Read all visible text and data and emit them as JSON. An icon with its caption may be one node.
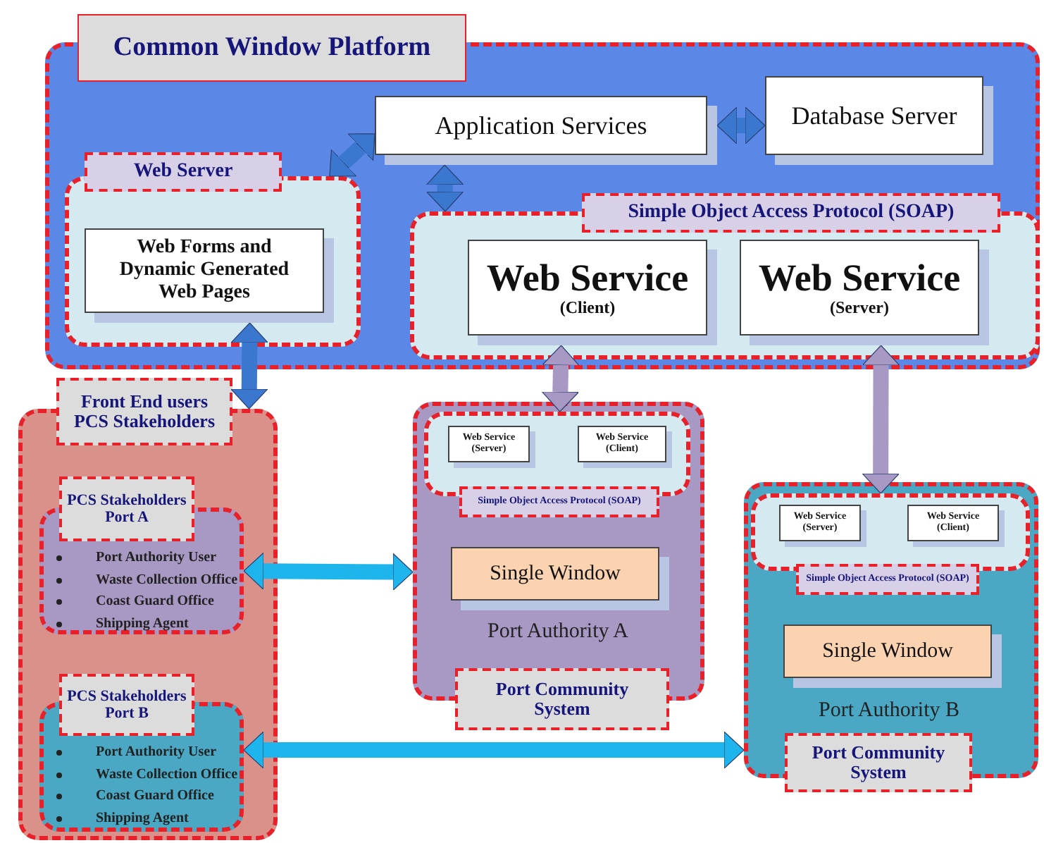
{
  "diagram": {
    "nodes": [
      {
        "text": [
          "Common Window Platform"
        ]
      },
      {
        "text": [
          "Application Services"
        ],
        "in": 0
      },
      {
        "text": [
          "Database Server"
        ],
        "in": 0
      },
      {
        "text": [
          "Web Server"
        ],
        "in": 0
      },
      {
        "text": [
          "Web Forms and Dynamic Generated Web Pages"
        ],
        "in": 3
      },
      {
        "text": [
          "Simple Object Access Protocol (SOAP)"
        ],
        "in": 0
      },
      {
        "text": [
          "Web Service",
          "(Client)"
        ],
        "in": 5
      },
      {
        "text": [
          "Web Service",
          "(Server)"
        ],
        "in": 5
      },
      {
        "text": [
          "Front End users PCS Stakeholders"
        ]
      },
      {
        "text": [
          "PCS Stakeholders Port A",
          "Port Authority User",
          "Waste Collection Office",
          "Coast Guard Office",
          "Shipping Agent"
        ],
        "in": 8
      },
      {
        "text": [
          "PCS Stakeholders Port B",
          "Port Authority User",
          "Waste Collection Office",
          "Coast Guard Office",
          "Shipping Agent"
        ],
        "in": 8
      },
      {
        "text": [
          "Port Authority A",
          "Port Community System"
        ]
      },
      {
        "text": [
          "Simple Object Access Protocol (SOAP)"
        ],
        "in": 11
      },
      {
        "text": [
          "Web Service",
          "(Server)"
        ],
        "in": 12
      },
      {
        "text": [
          "Web Service",
          "(Client)"
        ],
        "in": 12
      },
      {
        "text": [
          "Single Window"
        ],
        "in": 11
      },
      {
        "text": [
          "Port Authority B",
          "Port Community System"
        ]
      },
      {
        "text": [
          "Simple Object Access Protocol (SOAP)"
        ],
        "in": 16
      },
      {
        "text": [
          "Web Service",
          "(Server)"
        ],
        "in": 17
      },
      {
        "text": [
          "Web Service",
          "(Client)"
        ],
        "in": 17
      },
      {
        "text": [
          "Single Window"
        ],
        "in": 16
      }
    ],
    "edges": [
      {
        "from": 1,
        "to": 3,
        "arrow": "both"
      },
      {
        "from": 1,
        "to": 2,
        "arrow": "both"
      },
      {
        "from": 1,
        "to": 5,
        "arrow": "both"
      },
      {
        "from": 4,
        "to": 8,
        "arrow": "both"
      },
      {
        "from": 6,
        "to": 12,
        "arrow": "both",
        "color": "#a898c4"
      },
      {
        "from": 7,
        "to": 17,
        "arrow": "both",
        "color": "#a898c4"
      },
      {
        "from": 9,
        "to": 11,
        "arrow": "both",
        "color": "#1eb4ec"
      },
      {
        "from": 10,
        "to": 16,
        "arrow": "both",
        "color": "#1eb4ec"
      }
    ]
  }
}
